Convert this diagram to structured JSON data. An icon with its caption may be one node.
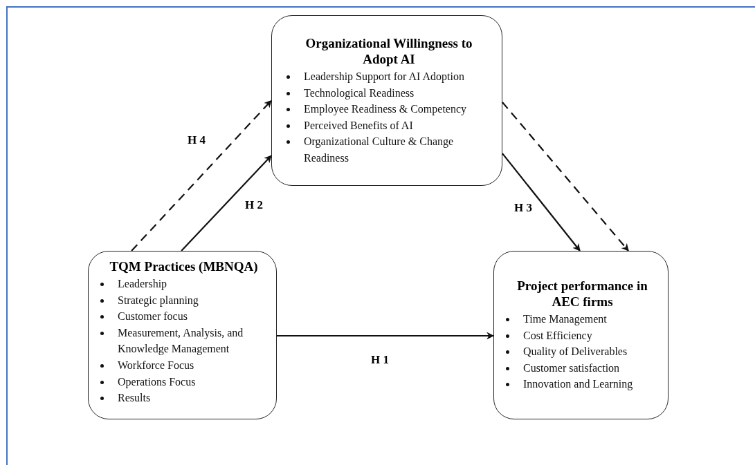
{
  "diagram": {
    "nodes": [
      {
        "text": [
          "TQM Practices (MBNQA)",
          "Leadership",
          "Strategic planning",
          "Customer focus",
          "Measurement, Analysis, and Knowledge Management",
          "Workforce Focus",
          "Operations Focus",
          "Results"
        ]
      },
      {
        "text": [
          "Organizational Willingness to Adopt AI",
          "Leadership Support for AI Adoption",
          "Technological Readiness",
          "Employee Readiness & Competency",
          "Perceived Benefits of AI",
          "Organizational Culture & Change Readiness"
        ]
      },
      {
        "text": [
          "Project performance in AEC firms",
          "Time Management",
          "Cost Efficiency",
          "Quality of Deliverables",
          "Customer satisfaction",
          "Innovation and Learning"
        ]
      }
    ],
    "edges": [
      {
        "from": 0,
        "to": 2,
        "arrow": "to",
        "label": "H 1"
      },
      {
        "from": 0,
        "to": 1,
        "arrow": "to",
        "label": "H 2"
      },
      {
        "from": 1,
        "to": 2,
        "arrow": "to",
        "label": "H 3"
      },
      {
        "from": 0,
        "to": 1,
        "arrow": "to",
        "label": "H 4",
        "style": "dashed"
      },
      {
        "from": 1,
        "to": 2,
        "arrow": "to",
        "style": "dashed"
      }
    ]
  }
}
